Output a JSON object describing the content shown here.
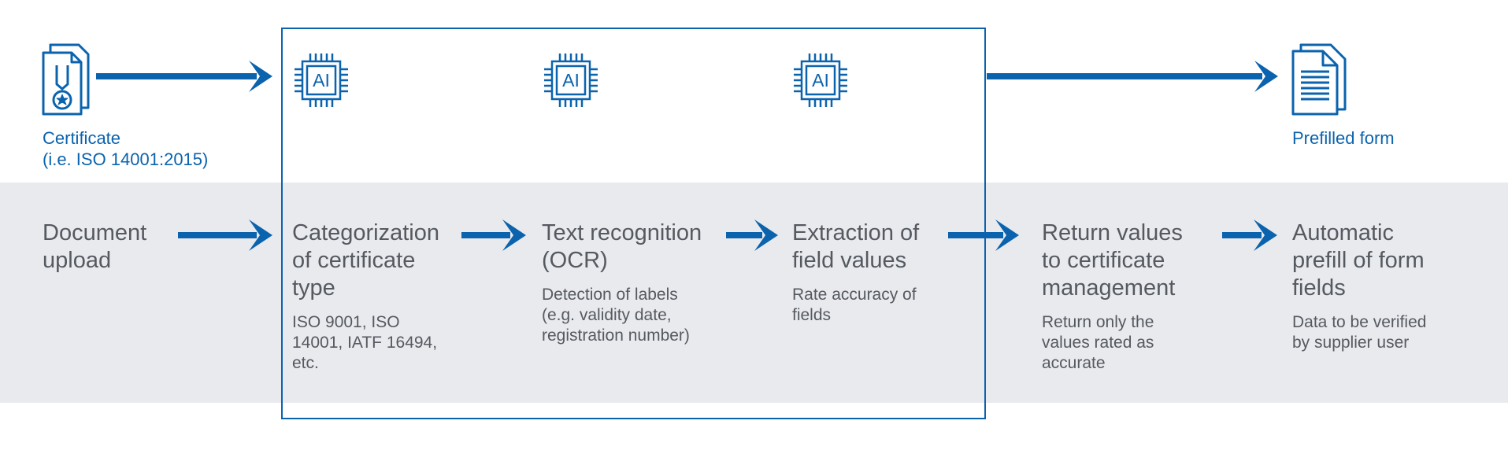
{
  "inputs": {
    "certificate": {
      "label_line1": "Certificate",
      "label_line2": "(i.e. ISO 14001:2015)"
    },
    "form": {
      "label": "Prefilled form"
    }
  },
  "chips": [
    {
      "text": "AI"
    },
    {
      "text": "AI"
    },
    {
      "text": "AI"
    }
  ],
  "steps": [
    {
      "title_lines": [
        "Document",
        "upload"
      ],
      "desc_lines": []
    },
    {
      "title_lines": [
        "Categorization",
        "of certificate",
        "type"
      ],
      "desc_lines": [
        "ISO 9001, ISO",
        "14001, IATF 16494,",
        "etc."
      ]
    },
    {
      "title_lines": [
        "Text recognition",
        "(OCR)"
      ],
      "desc_lines": [
        "Detection of labels",
        "(e.g. validity date,",
        "registration number)"
      ]
    },
    {
      "title_lines": [
        "Extraction of",
        "field values"
      ],
      "desc_lines": [
        "Rate accuracy of",
        "fields"
      ]
    },
    {
      "title_lines": [
        "Return values",
        "to certificate",
        "management"
      ],
      "desc_lines": [
        "Return only the",
        "values rated as",
        "accurate"
      ]
    },
    {
      "title_lines": [
        "Automatic",
        "prefill of form",
        "fields"
      ],
      "desc_lines": [
        "Data to be verified",
        "by supplier user"
      ]
    }
  ],
  "colors": {
    "accent": "#0b63ae",
    "band": "#e9eaee",
    "text": "#555960"
  }
}
